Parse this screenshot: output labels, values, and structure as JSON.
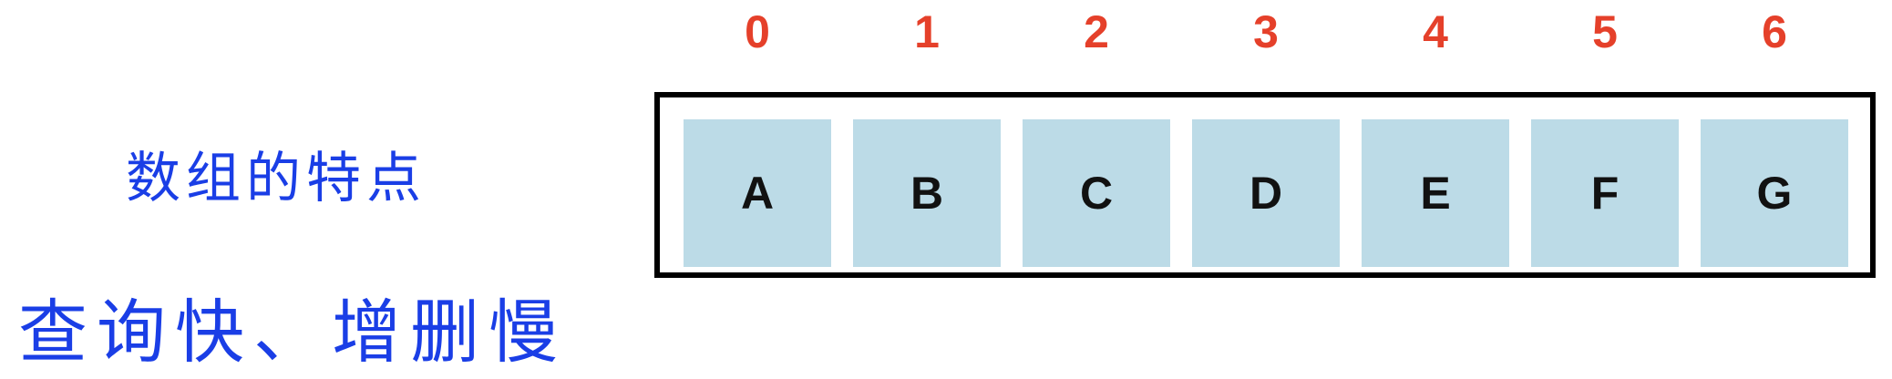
{
  "title": "数组的特点",
  "subtitle": "查询快、增删慢",
  "indices": [
    "0",
    "1",
    "2",
    "3",
    "4",
    "5",
    "6"
  ],
  "elements": [
    "A",
    "B",
    "C",
    "D",
    "E",
    "F",
    "G"
  ],
  "colors": {
    "title": "#1a3ee6",
    "index": "#e5402a",
    "cell_fill": "#bcdbe7",
    "border": "#000000"
  }
}
